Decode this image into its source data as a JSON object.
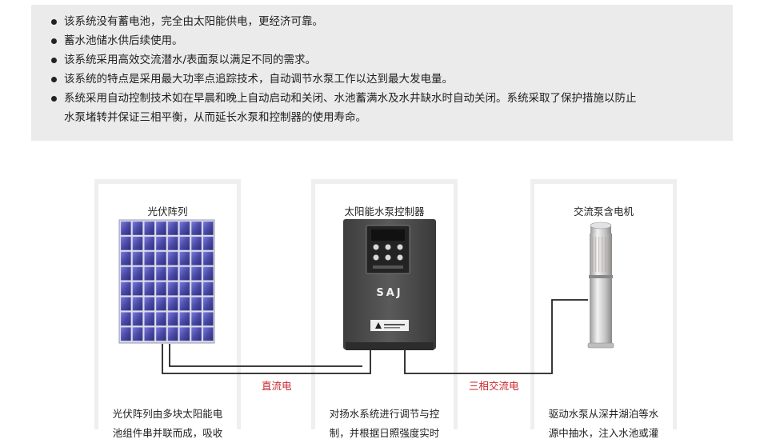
{
  "features": [
    {
      "lines": [
        "该系统没有蓄电池，完全由太阳能供电，更经济可靠。"
      ]
    },
    {
      "lines": [
        "蓄水池储水供后续使用。"
      ]
    },
    {
      "lines": [
        "该系统采用高效交流潜水/表面泵以满足不同的需求。"
      ]
    },
    {
      "lines": [
        "该系统的特点是采用最大功率点追踪技术，自动调节水泵工作以达到最大发电量。"
      ]
    },
    {
      "lines": [
        "系统采用自动控制技术如在早晨和晚上自动启动和关闭、水池蓄满水及水井缺水时自动关闭。系统采取了保护措施以防止",
        "水泵堵转并保证三相平衡，从而延长水泵和控制器的使用寿命。"
      ]
    }
  ],
  "panels": {
    "pv": {
      "title": "光伏阵列",
      "desc": [
        "光伏阵列由多块太阳能电",
        "池组件串并联而成，吸收"
      ]
    },
    "controller": {
      "title": "太阳能水泵控制器",
      "brand": "SAJ",
      "desc": [
        "对扬水系统进行调节与控",
        "制，并根据日照强度实时"
      ]
    },
    "motor": {
      "title": "交流泵含电机",
      "desc": [
        "驱动水泵从深井湖泊等水",
        "源中抽水，注入水池或灌"
      ]
    }
  },
  "wires": {
    "dc_label": "直流电",
    "ac_label": "三相交流电"
  },
  "colors": {
    "accent_red": "#c7262c",
    "top_bg": "#ebebeb",
    "panel_bg": "#efefef"
  }
}
